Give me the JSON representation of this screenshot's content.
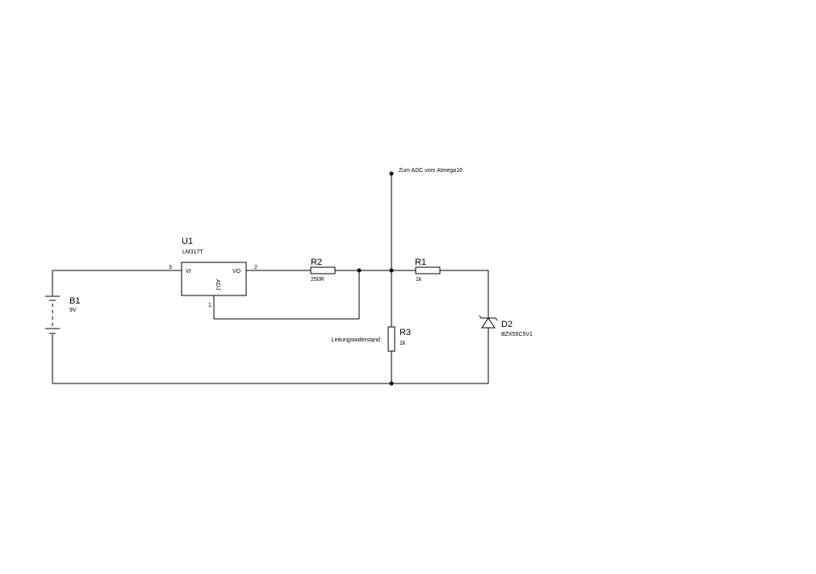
{
  "colors": {
    "background": "#ffffff",
    "wire": "#000000"
  },
  "components": {
    "battery": {
      "ref": "B1",
      "value": "9V"
    },
    "regulator": {
      "ref": "U1",
      "value": "LM317T",
      "pin_vi": "VI",
      "pin_vo": "VO",
      "pin_adj": "ADJ",
      "pin_num_vi": "3",
      "pin_num_vo": "2",
      "pin_num_adj": "1"
    },
    "r2": {
      "ref": "R2",
      "value": "250R"
    },
    "r1": {
      "ref": "R1",
      "value": "1k"
    },
    "r3": {
      "ref": "R3",
      "value": "1k",
      "note": "Leitungswiderstand"
    },
    "d2": {
      "ref": "D2",
      "value": "BZX55C5V1"
    }
  },
  "net_labels": {
    "adc": "Zum ADC vom Atmega16"
  }
}
